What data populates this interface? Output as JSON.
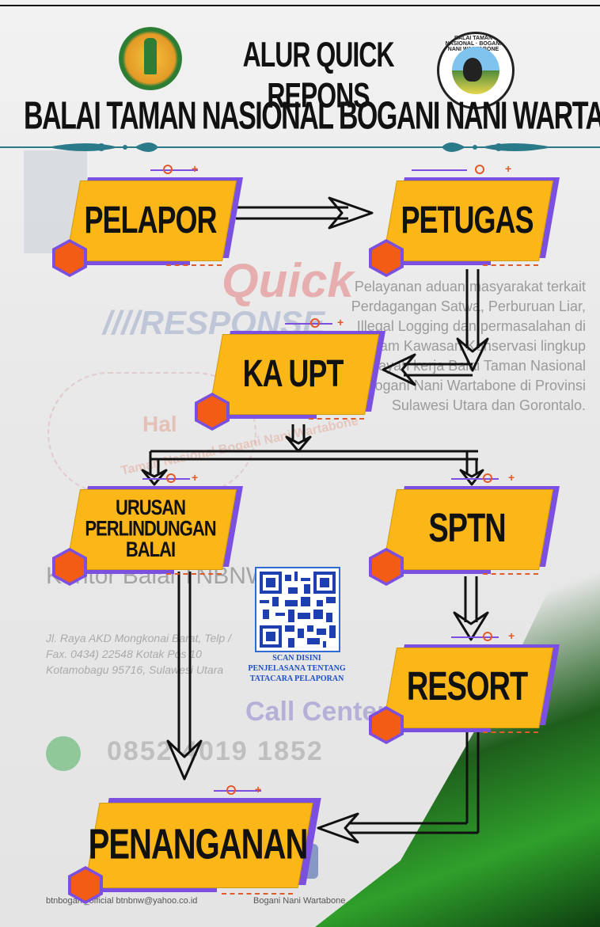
{
  "header": {
    "title": "ALUR QUICK REPONS",
    "subtitle": "BALAI TAMAN NASIONAL BOGANI NANI WARTABONE",
    "logo_right_text": "BALAI TAMAN NASIONAL · BOGANI NANI WARTABONE"
  },
  "flow": {
    "pelapor": "PELAPOR",
    "petugas": "PETUGAS",
    "ka_upt": "KA UPT",
    "urusan": "URUSAN PERLINDUNGAN BALAI",
    "sptn": "SPTN",
    "resort": "RESORT",
    "penanganan": "PENANGANAN"
  },
  "qr": {
    "line1": "SCAN DISINI",
    "line2": "PENJELASANA TENTANG",
    "line3": "TATACARA PELAPORAN"
  },
  "background": {
    "quick": "Quick",
    "response": "////RESPONSE",
    "paragraph": "Pelayanan aduan masyarakat terkait Perdagangan Satwa, Perburuan Liar, Illegal Logging dan permasalahan di dalam Kawasan Konservasi lingkup wilayah kerja Balai Taman Nasional Bogani Nani Wartabone di Provinsi Sulawesi Utara dan Gorontalo.",
    "kantor": "Kantor Balai TNBNW :",
    "address": "Jl. Raya AKD Mongkonai Barat, Telp / Fax. 0434) 22548 Kotak Pos 10 Kotamobagu 95716, Sulawesi Utara",
    "hal": "Hal",
    "tam": "Taman Nasional Bogani Nani Wartabone",
    "call": "Call Center",
    "phone": "0852 4019 1852",
    "footer": "btnbogani_official   btnbnw@yahoo.co.id",
    "footer_fb": "Bogani Nani Wartabone"
  },
  "colors": {
    "box_fill": "#fbb717",
    "box_accent": "#7b4fe0",
    "hex_fill": "#f25c14",
    "divider": "#2b7a8a"
  }
}
